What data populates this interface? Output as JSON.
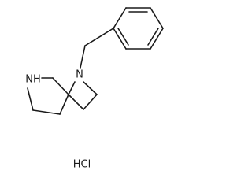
{
  "molecule": {
    "atoms": {
      "n_azetidine": "N",
      "nh_pyrrolidine": "NH"
    },
    "salt": "HCl"
  }
}
